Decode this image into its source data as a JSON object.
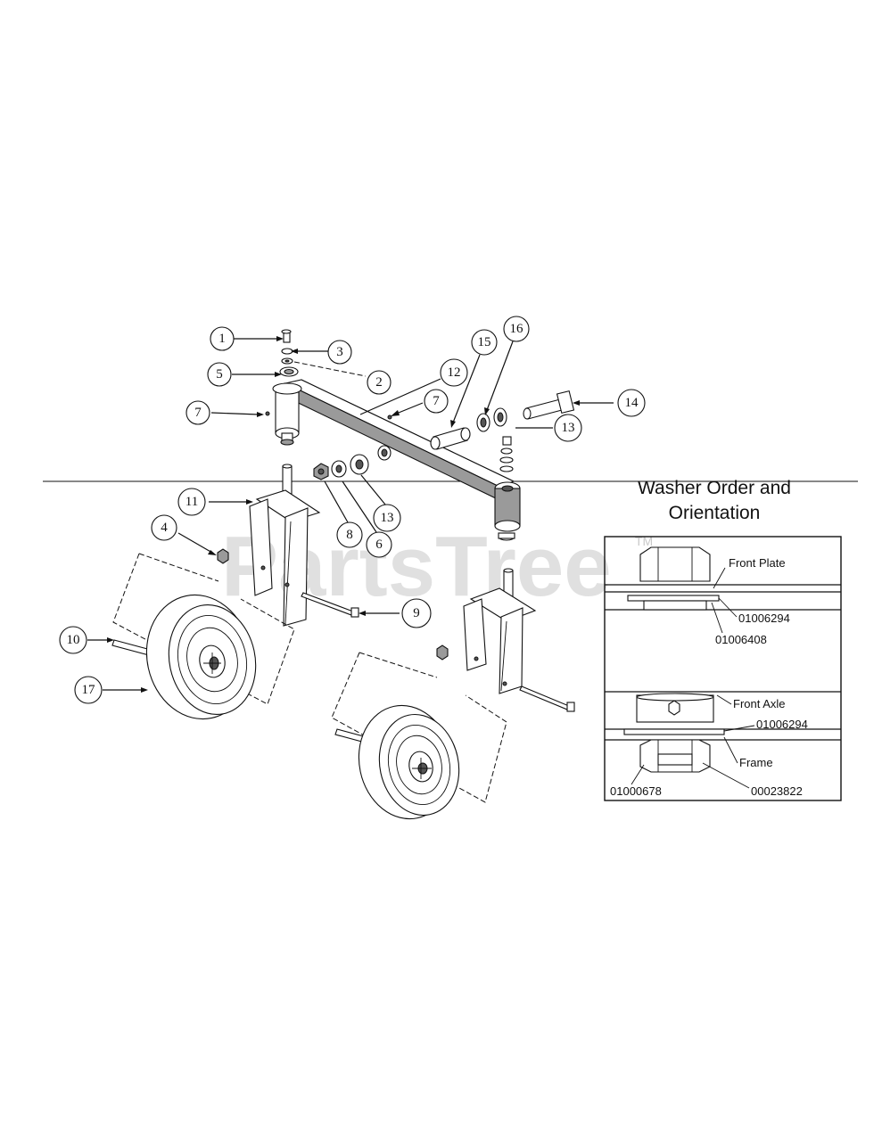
{
  "watermark": {
    "text": "PartsTree",
    "tm": "TM"
  },
  "callouts": [
    {
      "id": "c1",
      "label": "1"
    },
    {
      "id": "c3",
      "label": "3"
    },
    {
      "id": "c5",
      "label": "5"
    },
    {
      "id": "c2",
      "label": "2"
    },
    {
      "id": "c7a",
      "label": "7"
    },
    {
      "id": "c12",
      "label": "12"
    },
    {
      "id": "c7b",
      "label": "7"
    },
    {
      "id": "c15",
      "label": "15"
    },
    {
      "id": "c16",
      "label": "16"
    },
    {
      "id": "c14",
      "label": "14"
    },
    {
      "id": "c13a",
      "label": "13"
    },
    {
      "id": "c11",
      "label": "11"
    },
    {
      "id": "c13b",
      "label": "13"
    },
    {
      "id": "c8",
      "label": "8"
    },
    {
      "id": "c6",
      "label": "6"
    },
    {
      "id": "c4",
      "label": "4"
    },
    {
      "id": "c9",
      "label": "9"
    },
    {
      "id": "c10",
      "label": "10"
    },
    {
      "id": "c17",
      "label": "17"
    }
  ],
  "inset": {
    "title_line1": "Washer Order and",
    "title_line2": "Orientation",
    "labels": {
      "front_plate": "Front Plate",
      "p01006294_a": "01006294",
      "p01006408": "01006408",
      "front_axle": "Front Axle",
      "p01006294_b": "01006294",
      "frame": "Frame",
      "p01000678": "01000678",
      "p00023822": "00023822"
    }
  }
}
